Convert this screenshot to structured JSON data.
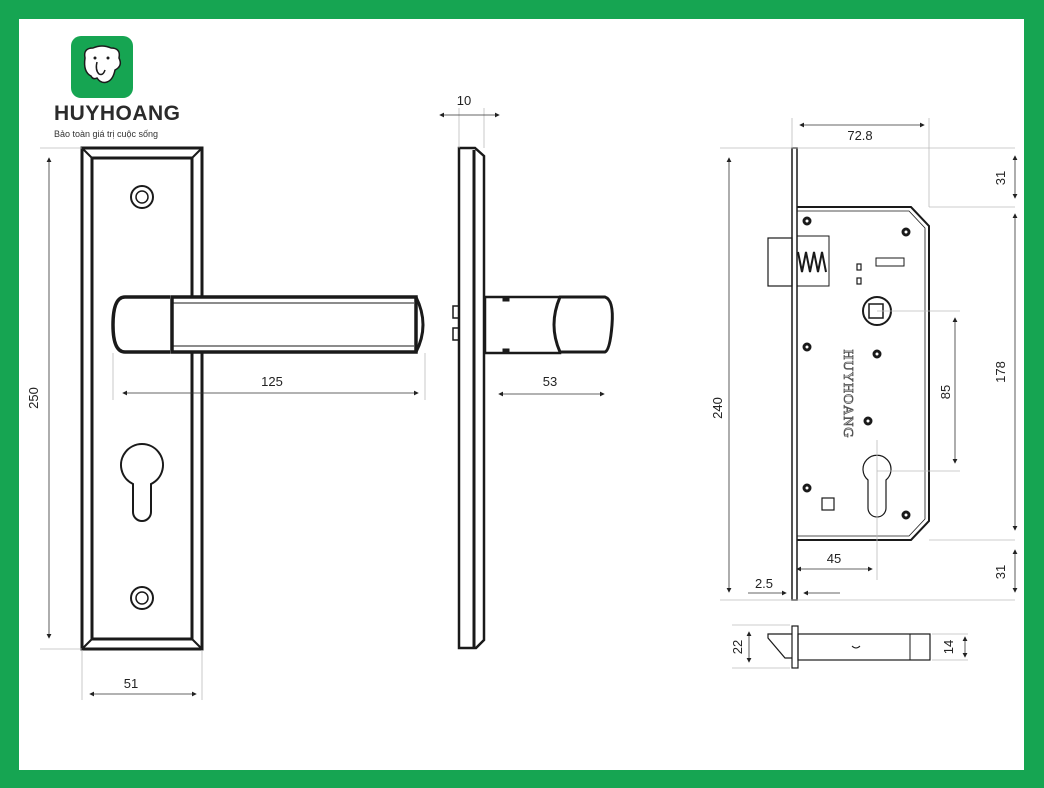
{
  "brand": {
    "name": "HUYHOANG",
    "slogan": "Bảo toàn giá trị cuộc sống",
    "logo_icon": "elephant-icon",
    "frame_color": "#16a552",
    "logo_color": "#16a552"
  },
  "drawing": {
    "title": "Door lever handle on backplate with mortise lock — technical dimension drawing",
    "views": [
      {
        "name": "front-view-handle-plate",
        "dimensions": {
          "plate_height": "250",
          "plate_width": "51",
          "lever_length": "125"
        }
      },
      {
        "name": "side-view-handle",
        "dimensions": {
          "plate_thickness": "10",
          "lever_projection": "53"
        }
      },
      {
        "name": "mortise-lock-body",
        "engraving": "HUYHOANG",
        "dimensions": {
          "body_width": "72.8",
          "top_offset": "31",
          "body_height": "178",
          "bottom_offset": "31",
          "faceplate_height": "240",
          "handle_to_cylinder_center": "85",
          "backset": "45",
          "faceplate_thickness": "2.5"
        }
      },
      {
        "name": "lock-bottom-view",
        "dimensions": {
          "faceplate_width": "22",
          "body_thickness": "14"
        }
      }
    ]
  }
}
